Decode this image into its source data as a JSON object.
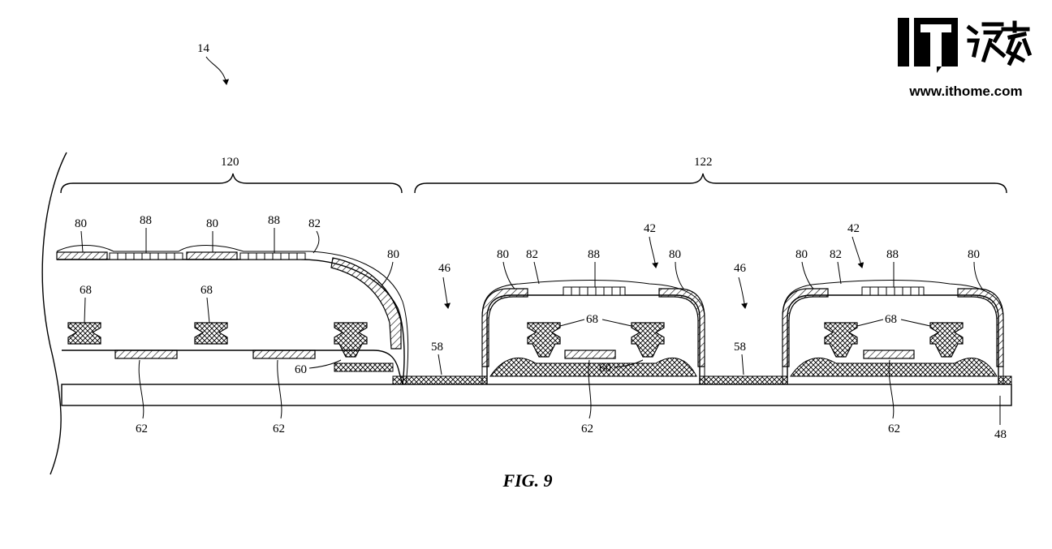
{
  "watermark": {
    "logo_text": "IT之家",
    "url": "www.ithome.com"
  },
  "figure": {
    "caption": "FIG. 9",
    "reference_numerals": {
      "device": "14",
      "region_left": "120",
      "region_right": "122",
      "substrate": "48",
      "pixel": "42",
      "gap": "46",
      "bridge": "58",
      "layer_60": "60",
      "layer_62": "62",
      "layer_68": "68",
      "layer_80": "80",
      "layer_82": "82",
      "layer_88": "88"
    }
  },
  "colors": {
    "line": "#000000",
    "background": "#ffffff"
  }
}
